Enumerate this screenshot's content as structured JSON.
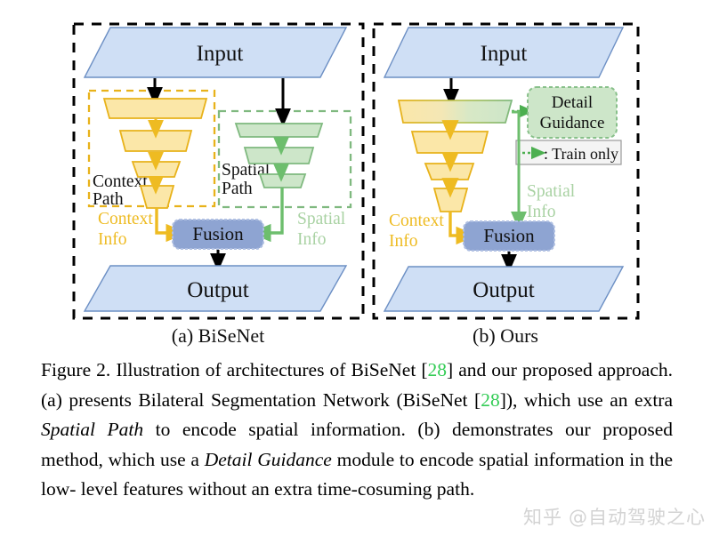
{
  "figure": {
    "panels": [
      {
        "id": "a",
        "sublabel": "(a) BiSeNet",
        "input_label": "Input",
        "output_label": "Output",
        "fusion_label": "Fusion",
        "groups": [
          {
            "name": "context-path",
            "label_line1": "Context",
            "label_line2": "Path",
            "color": "#E8B21A"
          },
          {
            "name": "spatial-path",
            "label_line1": "Spatial",
            "label_line2": "Path",
            "color": "#7FB97F"
          }
        ],
        "flow_labels": [
          {
            "name": "context-info",
            "line1": "Context",
            "line2": "Info",
            "color": "#EEBB22"
          },
          {
            "name": "spatial-info",
            "line1": "Spatial",
            "line2": "Info",
            "color": "#A9D2A3"
          }
        ]
      },
      {
        "id": "b",
        "sublabel": "(b) Ours",
        "input_label": "Input",
        "output_label": "Output",
        "fusion_label": "Fusion",
        "detail_guidance": {
          "line1": "Detail",
          "line2": "Guidance"
        },
        "legend": {
          "text": ": Train only",
          "dash_color": "#4CAF50"
        },
        "flow_labels": [
          {
            "name": "context-info",
            "line1": "Context",
            "line2": "Info",
            "color": "#EEBB22"
          },
          {
            "name": "spatial-info",
            "line1": "Spatial",
            "line2": "Info",
            "color": "#A9D2A3"
          }
        ]
      }
    ],
    "colors": {
      "io_fill": "#CFDFF5",
      "io_stroke": "#6C8FC4",
      "context_fill": "#FBE7A8",
      "context_stroke": "#E8B21A",
      "spatial_fill": "#CDE6C9",
      "spatial_stroke": "#7FB97F",
      "fusion_fill": "#8EA4D2",
      "fusion_stroke": "#9BAEDA",
      "panel_border": "#000000",
      "arrow_black": "#000000",
      "arrow_yellow": "#EEBB22",
      "arrow_green": "#6DBE6D"
    }
  },
  "caption": {
    "line1_a": "Figure 2. Illustration of architectures of BiSeNet [",
    "ref1": "28",
    "line1_b": "] and our",
    "line2": "proposed approach.  (a) presents Bilateral Segmentation Network",
    "line3_a": "(BiSeNet [",
    "ref2": "28",
    "line3_b": "]), which use an extra ",
    "emph1": "Spatial Path",
    "line3_c": " to encode spatial",
    "line4": "information.  (b) demonstrates our proposed method, which use a",
    "emph2": "Detail Guidance",
    "line5_b": " module to encode spatial information in the low-",
    "line6": "level features without an extra time-cosuming path."
  },
  "watermark": {
    "brand": "知乎",
    "handle": "@自动驾驶之心"
  }
}
